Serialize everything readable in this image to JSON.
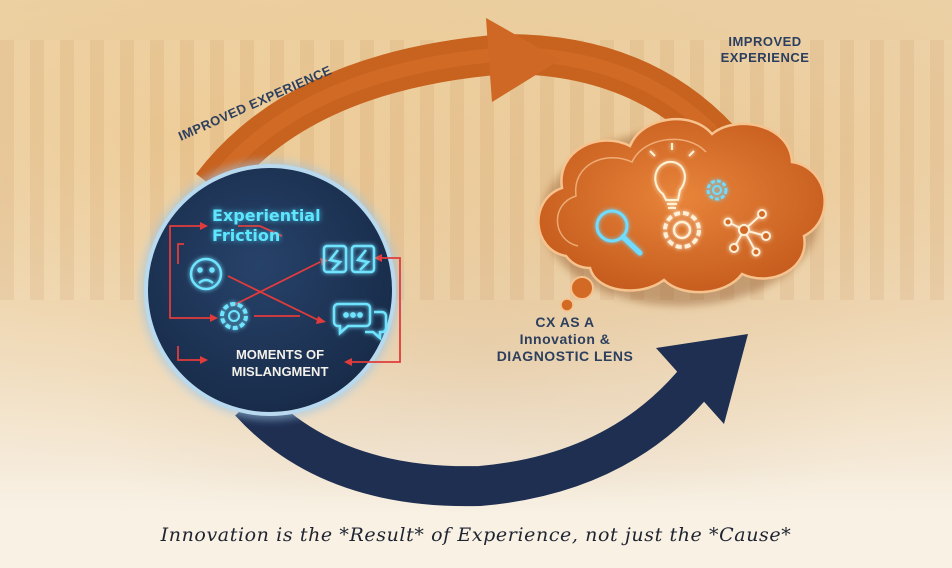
{
  "labels": {
    "improved_experience_arc": "IMPROVED EXPERIENCE",
    "improved_experience_right_line1": "IMPROVED",
    "improved_experience_right_line2": "EXPERIENCE",
    "cx_line1": "CX AS A",
    "cx_line2": "Innovation &",
    "cx_line3": "DIAGNOSTIC LENS"
  },
  "friction_circle": {
    "title_line1": "Experiential",
    "title_line2": "Friction",
    "moments_line1": "MOMENTS OF",
    "moments_line2": "MISLANGMENT",
    "icons": [
      "sad-face-icon",
      "broken-link-icon",
      "gear-icon",
      "chat-bubbles-icon"
    ]
  },
  "innovation_cloud": {
    "icons": [
      "lightbulb-icon",
      "gear-icon",
      "magnifier-icon",
      "network-icon"
    ]
  },
  "tagline": "Innovation is the *Result* of Experience, not just the *Cause*",
  "colors": {
    "orange_arrow": "#c8621f",
    "navy_arrow": "#1e2f52",
    "circle_fill": "#1f3557",
    "cloud_fill": "#d26a26",
    "neon_cyan": "#5ee6ff",
    "neon_red": "#e23b3b"
  }
}
